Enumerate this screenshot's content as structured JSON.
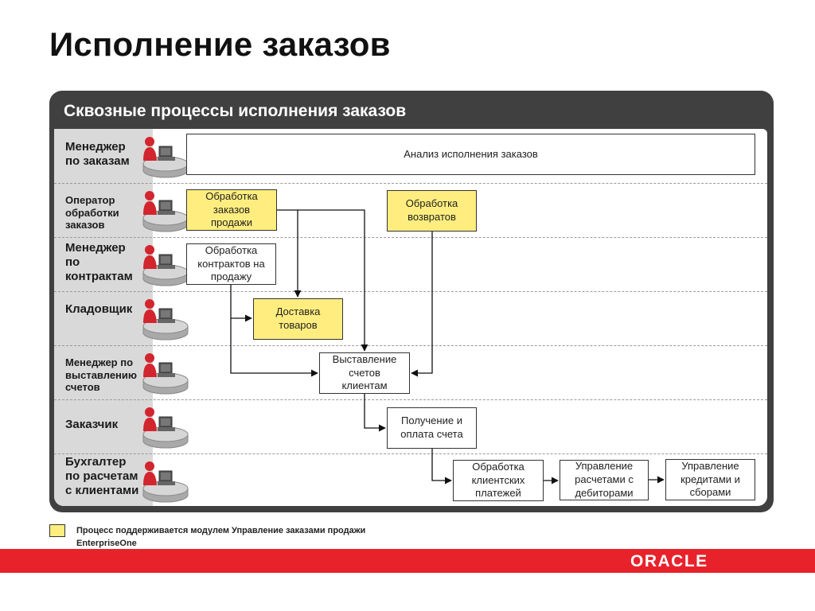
{
  "slide": {
    "title": "Исполнение заказов",
    "panel_header": "Сквозные процессы исполнения заказов"
  },
  "lanes": [
    {
      "role": "Менеджер по заказам",
      "lines": [
        "Менеджер",
        "по заказам"
      ],
      "size": "big"
    },
    {
      "role": "Оператор обработки заказов",
      "lines": [
        "Оператор",
        "обработки",
        "заказов"
      ],
      "size": "small"
    },
    {
      "role": "Менеджер по контрактам",
      "lines": [
        "Менеджер",
        "по",
        "контрактам"
      ],
      "size": "big"
    },
    {
      "role": "Кладовщик",
      "lines": [
        "Кладовщик"
      ],
      "size": "big"
    },
    {
      "role": "Менеджер по выставлению счетов",
      "lines": [
        "Менеджер по",
        "выставлению",
        "счетов"
      ],
      "size": "small"
    },
    {
      "role": "Заказчик",
      "lines": [
        "Заказчик"
      ],
      "size": "big"
    },
    {
      "role": "Бухгалтер по расчетам с клиентами",
      "lines": [
        "Бухгалтер",
        "по расчетам",
        "с клиентами"
      ],
      "size": "big"
    }
  ],
  "processes": {
    "analysis": [
      "Анализ исполнения заказов"
    ],
    "sales_orders": [
      "Обработка",
      "заказов",
      "продажи"
    ],
    "returns": [
      "Обработка",
      "возвратов"
    ],
    "contracts": [
      "Обработка",
      "контрактов на",
      "продажу"
    ],
    "delivery": [
      "Доставка",
      "товаров"
    ],
    "invoicing": [
      "Выставление",
      "счетов",
      "клиентам"
    ],
    "receipt": [
      "Получение и",
      "оплата счета"
    ],
    "payments": [
      "Обработка",
      "клиентских",
      "платежей"
    ],
    "receivables": [
      "Управление",
      "расчетами с",
      "дебиторами"
    ],
    "credits": [
      "Управление",
      "кредитами и",
      "сборами"
    ]
  },
  "legend": {
    "text_line1": "Процесс поддерживается модулем Управление заказами продажи",
    "text_line2": "EnterpriseOne",
    "swatch_color": "#ffee7f"
  },
  "brand": {
    "logo_text": "ORACLE",
    "bar_color": "#e8222b"
  }
}
